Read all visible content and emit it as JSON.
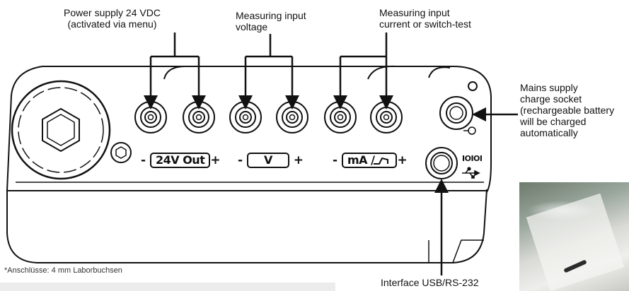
{
  "callouts": {
    "power": "Power supply 24 VDC\n(activated via menu)",
    "voltage": "Measuring input\nvoltage",
    "current": "Measuring input\ncurrent or switch-test",
    "mains": "Mains supply\ncharge socket\n(rechargeable battery\nwill be charged\nautomatically",
    "interface": "Interface USB/RS-232"
  },
  "panel_labels": {
    "out24_minus": "-",
    "out24": "24V Out",
    "out24_plus": "+",
    "v_minus": "-",
    "v": "V",
    "v_plus": "+",
    "ma_minus": "-",
    "ma": "mA /",
    "ma_plus": "+",
    "io_symbol": "IOIOI"
  },
  "footnote": "*Anschlüsse: 4 mm Laborbuchsen",
  "colors": {
    "line": "#111111",
    "device_fill": "#ffffff",
    "background": "#ffffff"
  }
}
